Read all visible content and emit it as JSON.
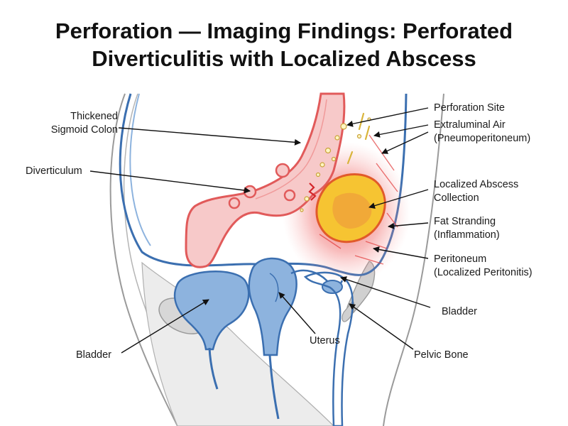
{
  "title": {
    "line1": "Perforation — Imaging Findings: Perforated",
    "line2": "Diverticulitis with Localized Abscess"
  },
  "labels": {
    "thickened_sigmoid_colon": [
      "Thickened",
      "Sigmoid Colon"
    ],
    "diverticulum": "Diverticulum",
    "perforation_site": "Perforation Site",
    "extraluminal_air": [
      "Extraluminal Air",
      "(Pneumoperitoneum)"
    ],
    "localized_abscess": [
      "Localized Abscess",
      "Collection"
    ],
    "fat_stranding": [
      "Fat Stranding",
      "(Inflammation)"
    ],
    "peritoneum": [
      "Peritoneum",
      "(Localized Peritonitis)"
    ],
    "bladder_right": "Bladder",
    "uterus": "Uterus",
    "bladder_left": "Bladder",
    "pelvic_bone": "Pelvic Bone"
  },
  "colors": {
    "colon_fill": "#f7c9c9",
    "colon_outline": "#e15a5a",
    "abscess_fill": "#f6c432",
    "abscess_core": "#f0a23a",
    "inflammation": "#e8383a",
    "organ_blue": "#8db3de",
    "organ_outline": "#3b6fb0",
    "body_gray": "#e6e6e6",
    "body_outline": "#9a9a9a"
  }
}
